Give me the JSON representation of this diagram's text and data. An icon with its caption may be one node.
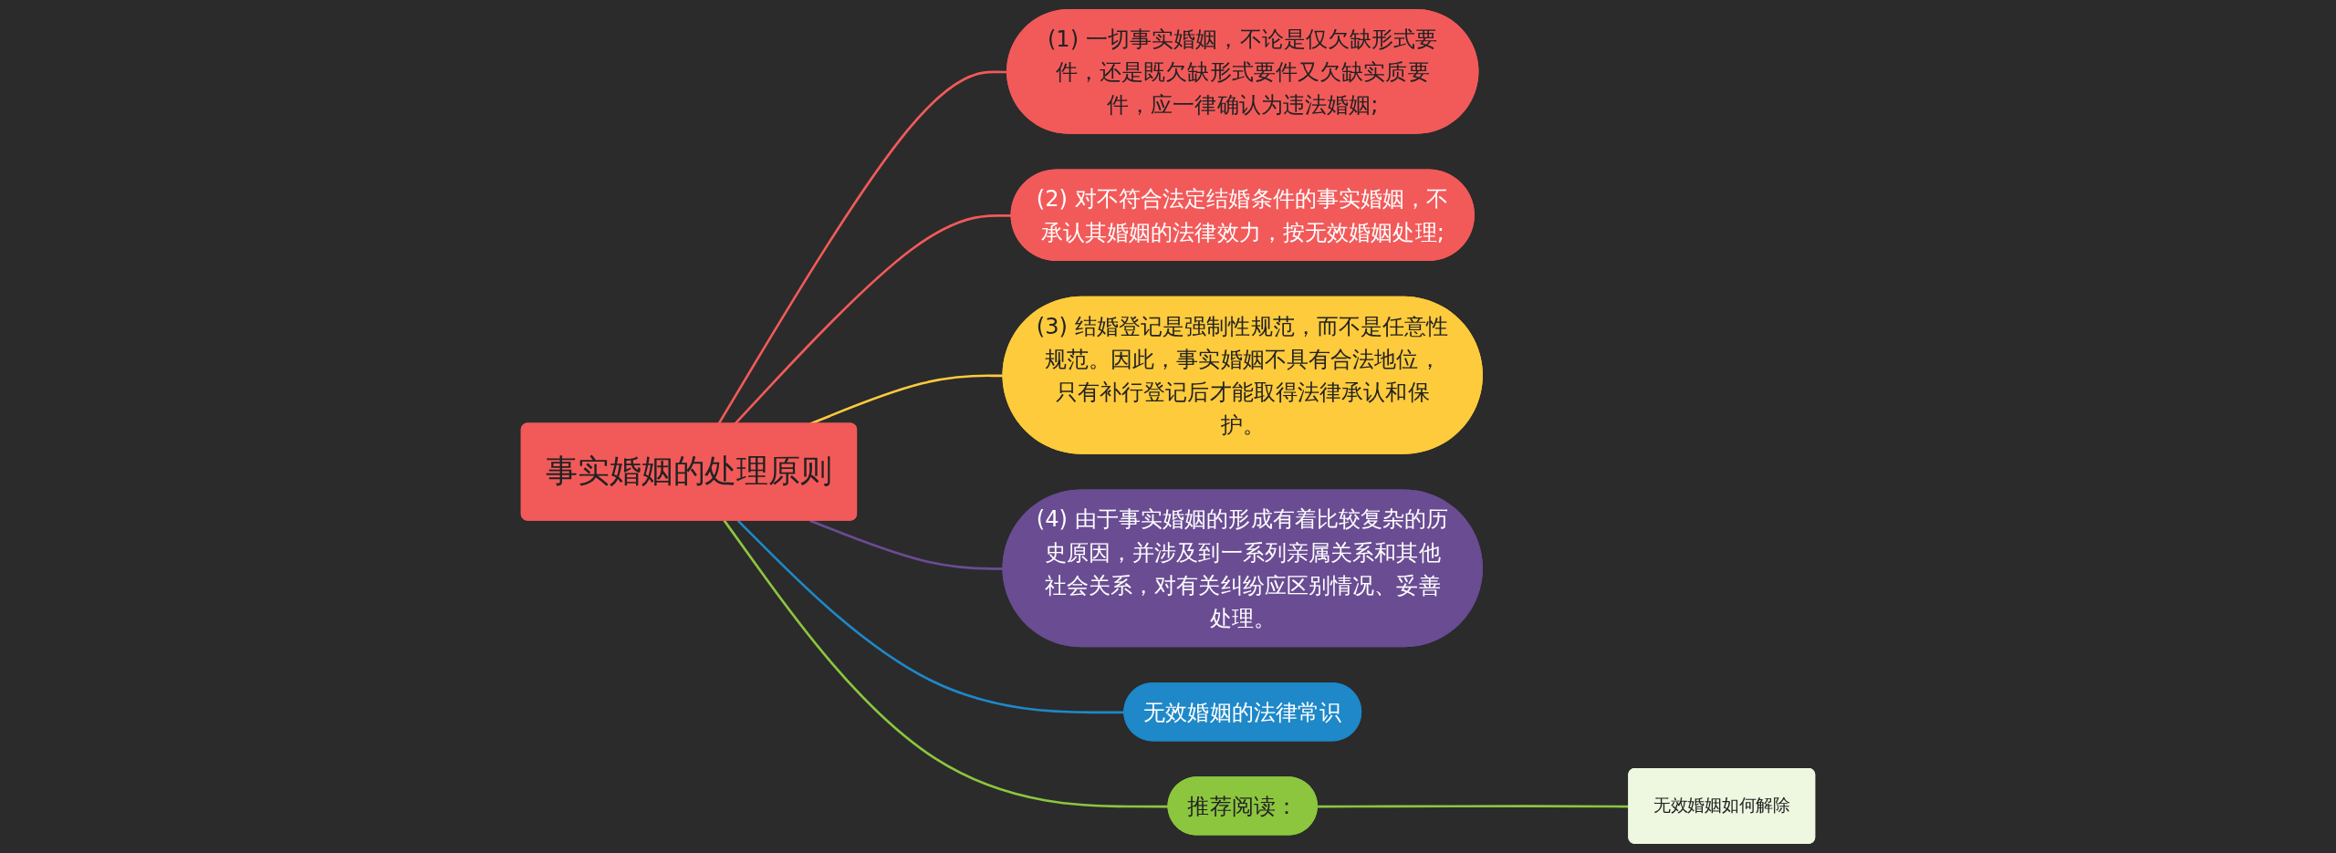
{
  "diagram": {
    "nodes": [
      {
        "text": [
          "事实婚姻的处理原则"
        ]
      },
      {
        "text": [
          "(1) 一切事实婚姻，不论是仅欠缺形式要件，还是既欠缺形式要件又欠缺实质要件，应一律确认为违法婚姻;"
        ]
      },
      {
        "text": [
          "(2) 对不符合法定结婚条件的事实婚姻，不承认其婚姻的法律效力，按无效婚姻处理;"
        ]
      },
      {
        "text": [
          "(3) 结婚登记是强制性规范，而不是任意性规范。因此，事实婚姻不具有合法地位，只有补行登记后才能取得法律承认和保护。"
        ]
      },
      {
        "text": [
          "(4) 由于事实婚姻的形成有着比较复杂的历史原因，并涉及到一系列亲属关系和其他社会关系，对有关纠纷应区别情况、妥善处理。"
        ]
      },
      {
        "text": [
          "无效婚姻的法律常识"
        ]
      },
      {
        "text": [
          "推荐阅读："
        ]
      },
      {
        "text": [
          "无效婚姻如何解除"
        ]
      }
    ],
    "edges": [
      {
        "from": 0,
        "to": 1,
        "arrow": "none",
        "color": "#f25a5a"
      },
      {
        "from": 0,
        "to": 2,
        "arrow": "none",
        "color": "#f25a5a"
      },
      {
        "from": 0,
        "to": 3,
        "arrow": "none",
        "color": "#fecb3c"
      },
      {
        "from": 0,
        "to": 4,
        "arrow": "none",
        "color": "#6a4c93"
      },
      {
        "from": 0,
        "to": 5,
        "arrow": "none",
        "color": "#1e88c8"
      },
      {
        "from": 0,
        "to": 6,
        "arrow": "none",
        "color": "#8cc63f"
      },
      {
        "from": 6,
        "to": 7,
        "arrow": "none",
        "color": "#8cc63f"
      }
    ]
  }
}
